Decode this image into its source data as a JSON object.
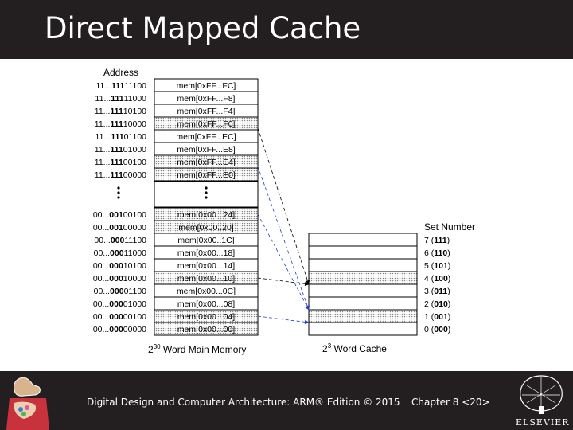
{
  "slide": {
    "title": "Direct Mapped Cache"
  },
  "diagram": {
    "address_header": "Address",
    "memory_rows_top": [
      {
        "address": "11...11111100",
        "contents": "mem[0xFF...FC]"
      },
      {
        "address": "11...11111000",
        "contents": "mem[0xFF...F8]"
      },
      {
        "address": "11...11110100",
        "contents": "mem[0xFF...F4]"
      },
      {
        "address": "11...11110000",
        "contents": "mem[0xFF...F0]"
      },
      {
        "address": "11...11101100",
        "contents": "mem[0xFF...EC]"
      },
      {
        "address": "11...11101000",
        "contents": "mem[0xFF...E8]"
      },
      {
        "address": "11...11100100",
        "contents": "mem[0xFF...E4]"
      },
      {
        "address": "11...11100000",
        "contents": "mem[0xFF...E0]"
      }
    ],
    "memory_rows_bottom": [
      {
        "address": "00...00100100",
        "contents": "mem[0x00...24]"
      },
      {
        "address": "00...00100000",
        "contents": "mem[0x00..20]"
      },
      {
        "address": "00...00011100",
        "contents": "mem[0x00..1C]"
      },
      {
        "address": "00...00011000",
        "contents": "mem[0x00...18]"
      },
      {
        "address": "00...00010100",
        "contents": "mem[0x00...14]"
      },
      {
        "address": "00...00010000",
        "contents": "mem[0x00...10]"
      },
      {
        "address": "00...00001100",
        "contents": "mem[0x00...0C]"
      },
      {
        "address": "00...00001000",
        "contents": "mem[0x00...08]"
      },
      {
        "address": "00...00000100",
        "contents": "mem[0x00...04]"
      },
      {
        "address": "00...00000000",
        "contents": "mem[0x00...00]"
      }
    ],
    "set_number_header": "Set Number",
    "sets": [
      "7 (111)",
      "6 (110)",
      "5 (101)",
      "4 (100)",
      "3 (011)",
      "2 (010)",
      "1 (001)",
      "0 (000)"
    ],
    "main_memory_caption_base": "2",
    "main_memory_caption_exp": "30",
    "main_memory_caption_rest": " Word Main Memory",
    "cache_caption_base": "2",
    "cache_caption_exp": "3",
    "cache_caption_rest": " Word Cache"
  },
  "footer": {
    "book_text": "Digital Design and Computer Architecture: ARM® Edition © 2015",
    "chapter_text": "Chapter 8 <20>",
    "publisher": "ELSEVIER"
  },
  "colors": {
    "bar": "#231f20",
    "arrow_blue": "#1f3fbf"
  }
}
